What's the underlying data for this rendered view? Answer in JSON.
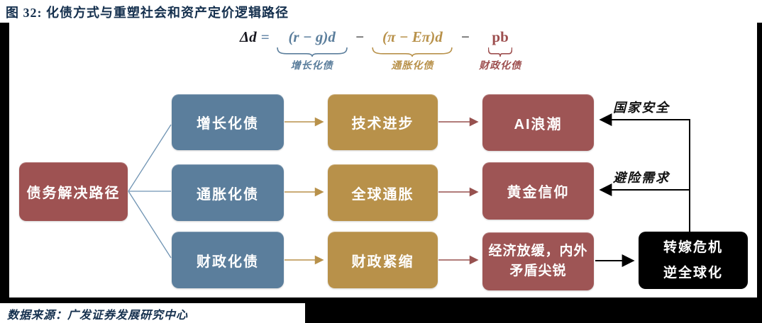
{
  "figure": {
    "title": "图 32: 化债方式与重塑社会和资产定价逻辑路径",
    "source": "数据来源：广发证券发展研究中心"
  },
  "formula": {
    "lhs": "Δd",
    "equals": "=",
    "minus": "−",
    "terms": [
      {
        "expr": "(r − g)d",
        "label": "增长化债",
        "color": "#5b7e9c"
      },
      {
        "expr": "(π − Eπ)d",
        "label": "通胀化债",
        "color": "#b8914a"
      },
      {
        "expr": "pb",
        "label": "财政化债",
        "color": "#9d4f4f"
      }
    ]
  },
  "diagram": {
    "root": "债务解决路径",
    "rows": [
      {
        "debt": "增长化债",
        "driver": "技术进步",
        "asset": "AI浪潮"
      },
      {
        "debt": "通胀化债",
        "driver": "全球通胀",
        "asset": "黄金信仰"
      },
      {
        "debt": "财政化债",
        "driver": "财政紧缩",
        "asset_line1": "经济放缓，内外",
        "asset_line2": "矛盾尖锐"
      }
    ],
    "sink": {
      "line1": "转嫁危机",
      "line2": "逆全球化"
    },
    "feedback": {
      "row1": "国家安全",
      "row2": "避险需求"
    }
  },
  "palette": {
    "navy_text": "#15304e",
    "debt_box": "#5b7e9c",
    "driver_box": "#b8914a",
    "asset_box": "#9e5555",
    "sink_box": "#000000",
    "connector_blue": "#7094b3",
    "connector_gold": "#b8914a",
    "connector_red": "#97514f",
    "connector_black": "#000000"
  }
}
